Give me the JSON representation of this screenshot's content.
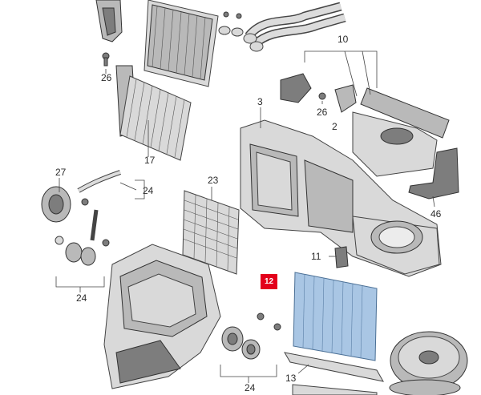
{
  "diagram": {
    "callouts": [
      {
        "id": "c10",
        "label": "10"
      },
      {
        "id": "c3",
        "label": "3"
      },
      {
        "id": "c26a",
        "label": "26"
      },
      {
        "id": "c26b",
        "label": "26"
      },
      {
        "id": "c2",
        "label": "2"
      },
      {
        "id": "c17",
        "label": "17"
      },
      {
        "id": "c27",
        "label": "27"
      },
      {
        "id": "c24a",
        "label": "24"
      },
      {
        "id": "c23",
        "label": "23"
      },
      {
        "id": "c46",
        "label": "46"
      },
      {
        "id": "c11",
        "label": "11"
      },
      {
        "id": "c12",
        "label": "12"
      },
      {
        "id": "c24b",
        "label": "24"
      },
      {
        "id": "c24c",
        "label": "24"
      },
      {
        "id": "c13",
        "label": "13"
      }
    ],
    "highlight_color": "#e3001b",
    "part_color": "#d9d9d9",
    "filter_color": "#a9c6e4"
  }
}
